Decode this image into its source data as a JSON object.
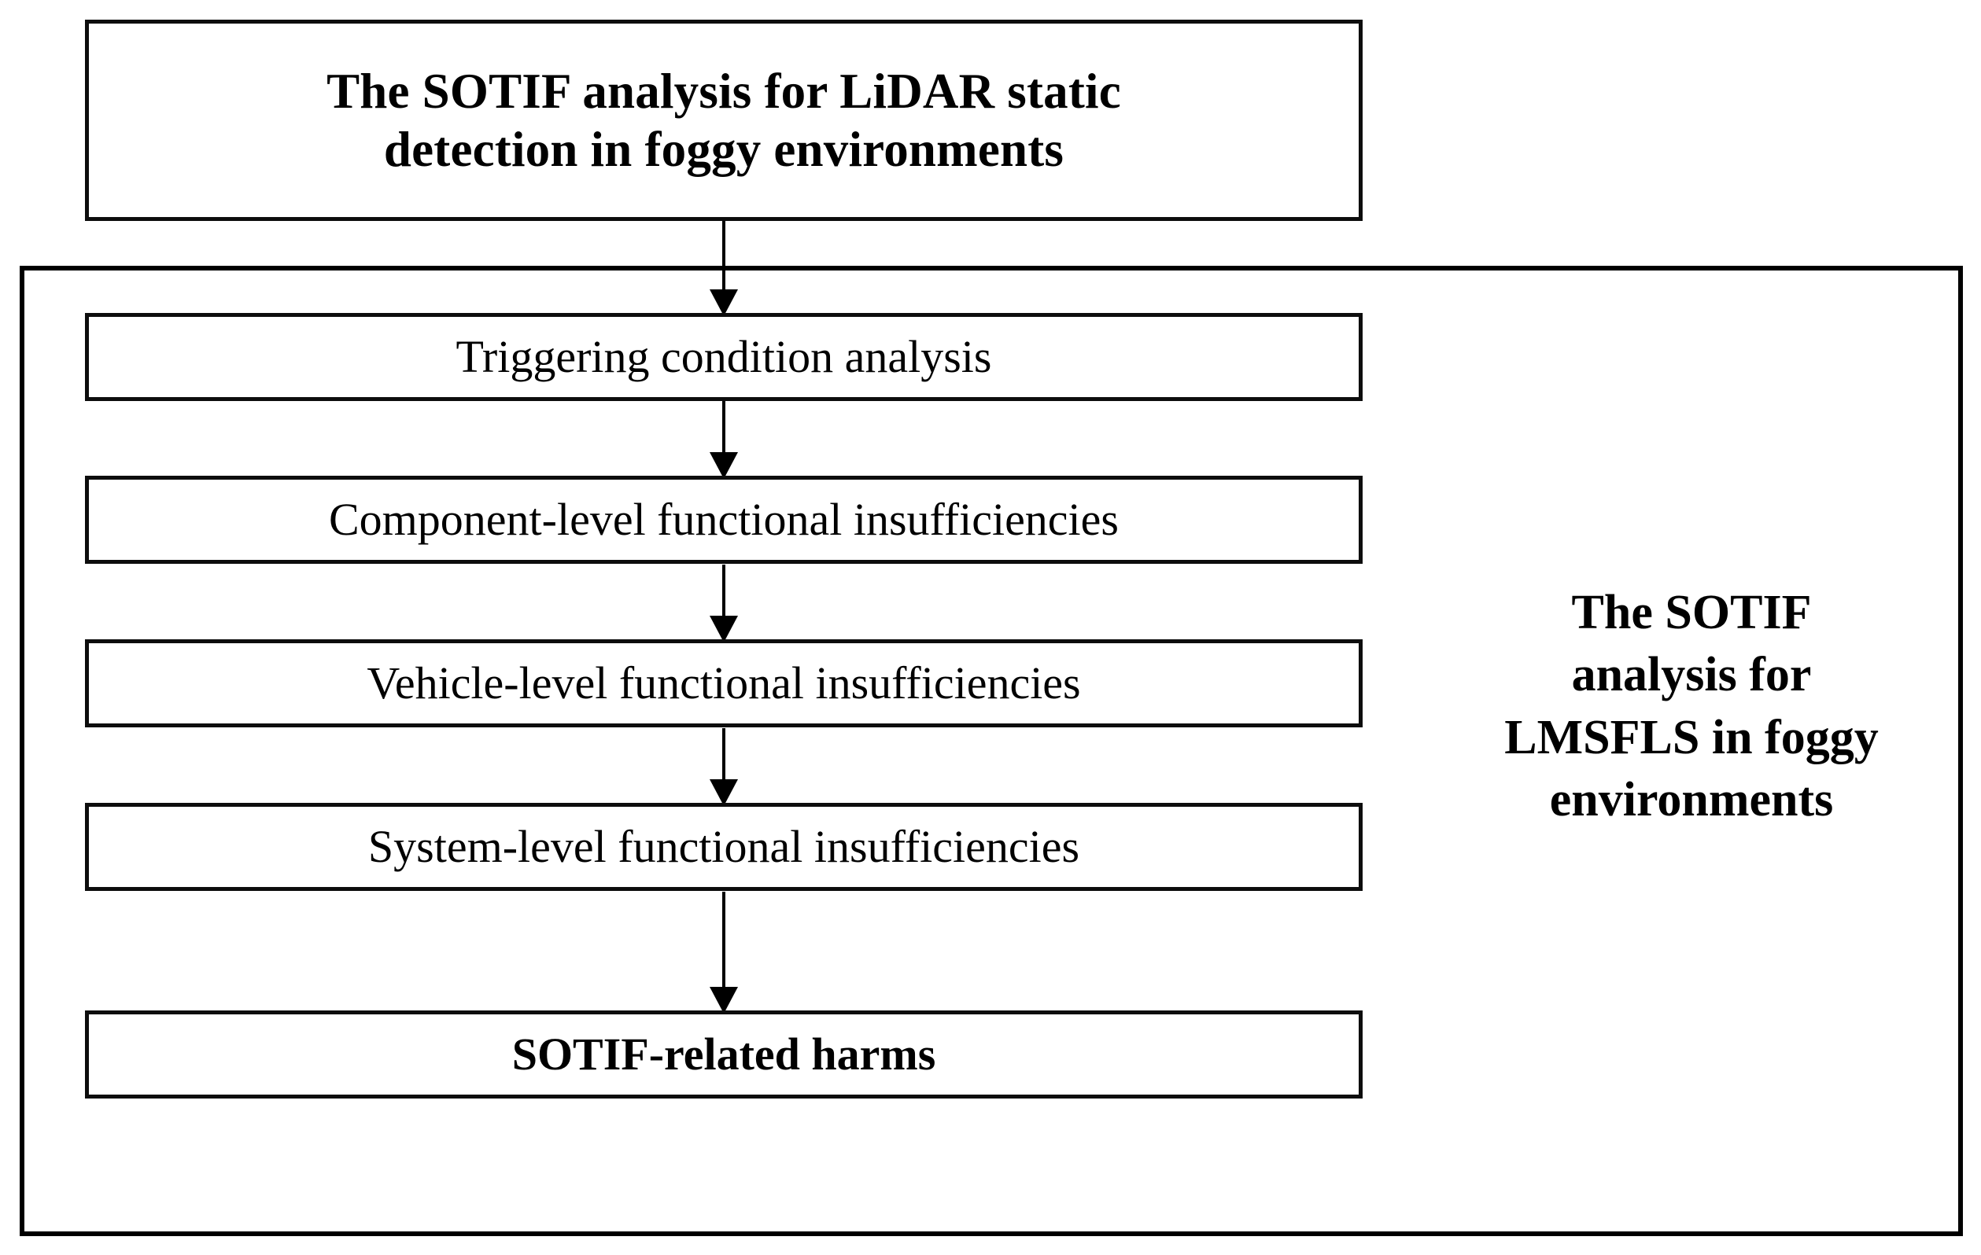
{
  "diagram": {
    "title_node": {
      "name": "sotif-analysis-title",
      "lines": [
        "The SOTIF analysis for LiDAR static",
        "detection in foggy environments"
      ],
      "bold": true
    },
    "group_caption": {
      "name": "lmsfls-group-caption",
      "lines": [
        "The SOTIF",
        "analysis for",
        "LMSFLS in foggy",
        "environments"
      ],
      "bold": true
    },
    "steps": [
      {
        "id": "step-1",
        "label": "Triggering condition analysis",
        "bold": false
      },
      {
        "id": "step-2",
        "label": "Component-level functional insufficiencies",
        "bold": false
      },
      {
        "id": "step-3",
        "label": "Vehicle-level functional insufficiencies",
        "bold": false
      },
      {
        "id": "step-4",
        "label": "System-level functional insufficiencies",
        "bold": false
      },
      {
        "id": "step-5",
        "label": "SOTIF-related harms",
        "bold": true
      }
    ],
    "connectors": [
      {
        "id": "arrow-0",
        "from": "sotif-analysis-title",
        "to": "step-1"
      },
      {
        "id": "arrow-1",
        "from": "step-1",
        "to": "step-2"
      },
      {
        "id": "arrow-2",
        "from": "step-2",
        "to": "step-3"
      },
      {
        "id": "arrow-3",
        "from": "step-3",
        "to": "step-4"
      },
      {
        "id": "arrow-4",
        "from": "step-4",
        "to": "step-5"
      }
    ],
    "colors": {
      "background": "#ffffff",
      "stroke": "#000000",
      "text": "#000000"
    }
  }
}
